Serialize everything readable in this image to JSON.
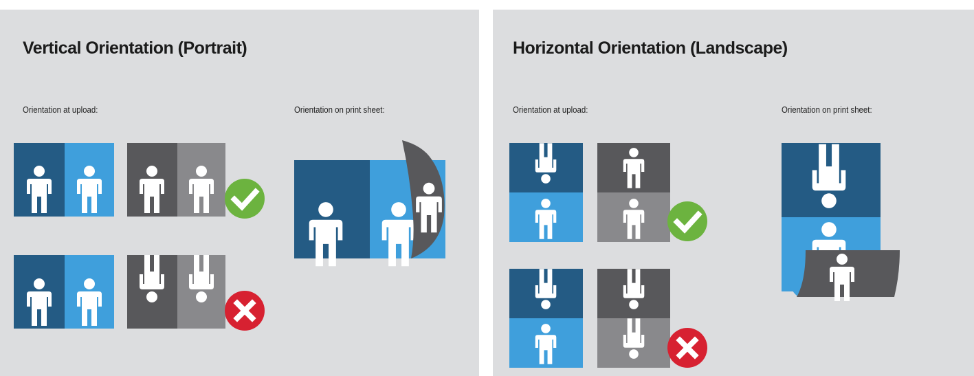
{
  "left_panel": {
    "title": "Vertical Orientation (Portrait)",
    "upload_label": "Orientation at upload:",
    "print_label": "Orientation on print sheet:"
  },
  "right_panel": {
    "title": "Horizontal Orientation (Landscape)",
    "upload_label": "Orientation at upload:",
    "print_label": "Orientation on print sheet:"
  },
  "colors": {
    "dark_blue": "#245b84",
    "light_blue": "#3f9fdc",
    "dark_gray": "#58585b",
    "mid_gray": "#89898c",
    "check_green": "#6cb33f",
    "cross_red": "#d72131",
    "panel_bg": "#dcdddf"
  },
  "icons": [
    "person-icon",
    "checkmark-icon",
    "cross-icon"
  ]
}
